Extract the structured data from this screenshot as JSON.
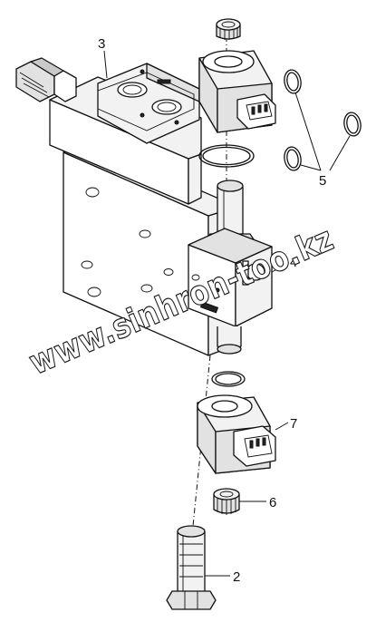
{
  "callouts": {
    "c2": "2",
    "c3": "3",
    "c4": "4",
    "c5": "5",
    "c6": "6",
    "c7": "7"
  },
  "watermark": "www.sinhron-too.kz"
}
